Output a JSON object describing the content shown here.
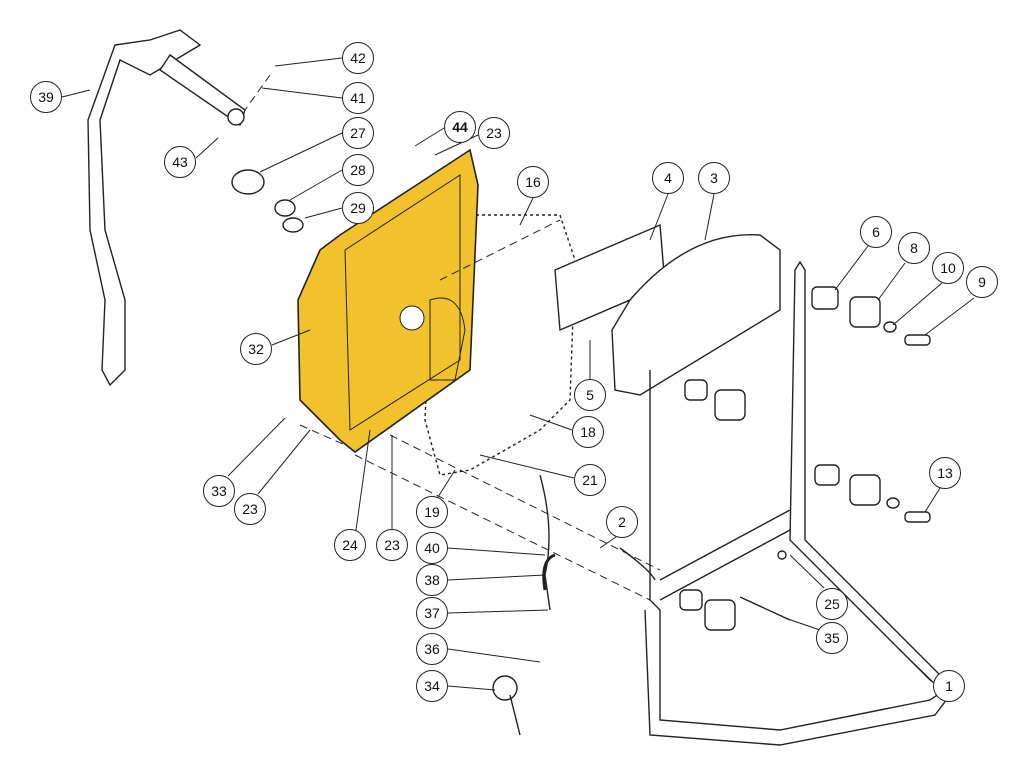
{
  "diagram": {
    "type": "exploded parts diagram",
    "highlight_color": "#F2C12E",
    "callouts": [
      "39",
      "42",
      "41",
      "43",
      "27",
      "44",
      "23",
      "28",
      "29",
      "16",
      "4",
      "3",
      "6",
      "8",
      "10",
      "9",
      "32",
      "5",
      "18",
      "21",
      "13",
      "33",
      "23",
      "24",
      "23",
      "19",
      "2",
      "40",
      "38",
      "37",
      "25",
      "35",
      "36",
      "34",
      "1"
    ]
  }
}
